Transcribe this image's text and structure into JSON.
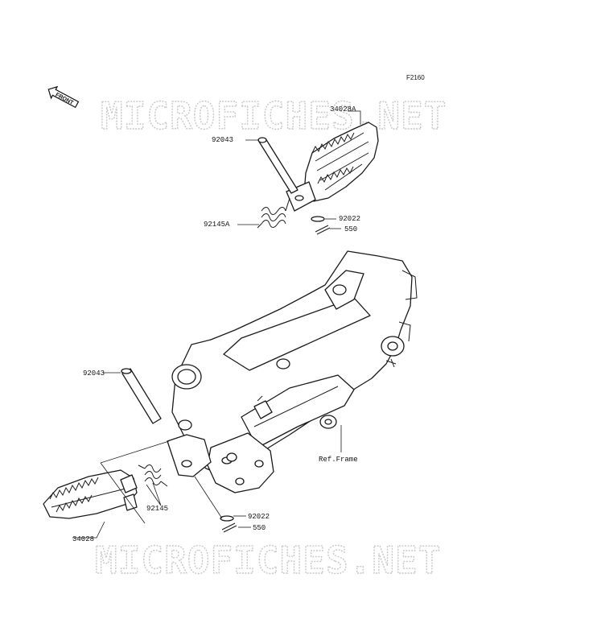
{
  "figure_code": "F2160",
  "watermark": "MICROFICHES.NET",
  "front_indicator": "FRONT",
  "callouts": {
    "footpeg_right": "34028A",
    "pin_upper": "92043",
    "spring_upper": "92145A",
    "washer_upper": "92022",
    "cotter_upper": "550",
    "pin_lower": "92043",
    "spring_lower": "92145",
    "washer_lower": "92022",
    "cotter_lower": "550",
    "footpeg_left": "34028",
    "ref_frame": "Ref.Frame"
  }
}
